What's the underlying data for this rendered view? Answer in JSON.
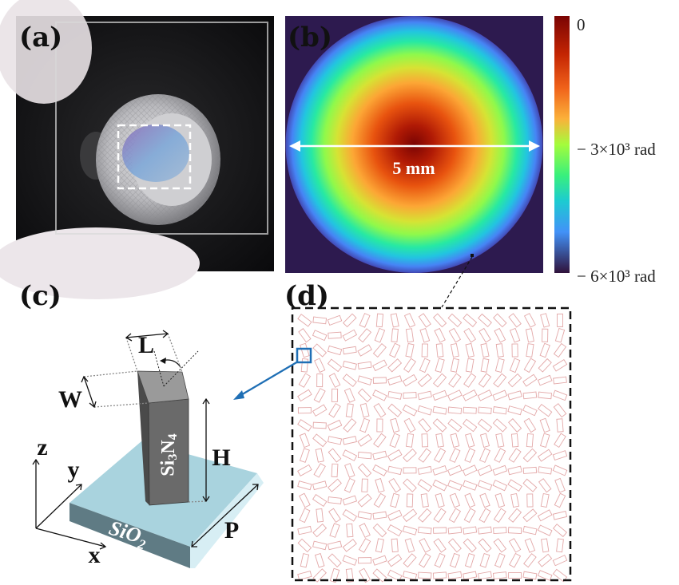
{
  "panels": {
    "a": {
      "label": "(a)"
    },
    "b": {
      "label": "(b)",
      "scale_text": "5 mm"
    },
    "c": {
      "label": "(c)",
      "dim_L": "L",
      "dim_W": "W",
      "dim_H": "H",
      "dim_P": "P",
      "axis_x": "x",
      "axis_y": "y",
      "axis_z": "z",
      "pillar_material": "Si3N4",
      "substrate_material": "SiO2"
    },
    "d": {
      "label": "(d)"
    }
  },
  "colorbar": {
    "ticks": [
      "0",
      "− 3×10³ rad",
      "− 6×10³ rad"
    ],
    "range_rad": [
      -6000,
      0
    ]
  },
  "colors": {
    "substrate_top": "#a9d3de",
    "substrate_side": "#5f7b84",
    "pillar": "#6a6a6a",
    "background": "#2d1a4f",
    "accent_arrow": "#1f6fb5"
  }
}
